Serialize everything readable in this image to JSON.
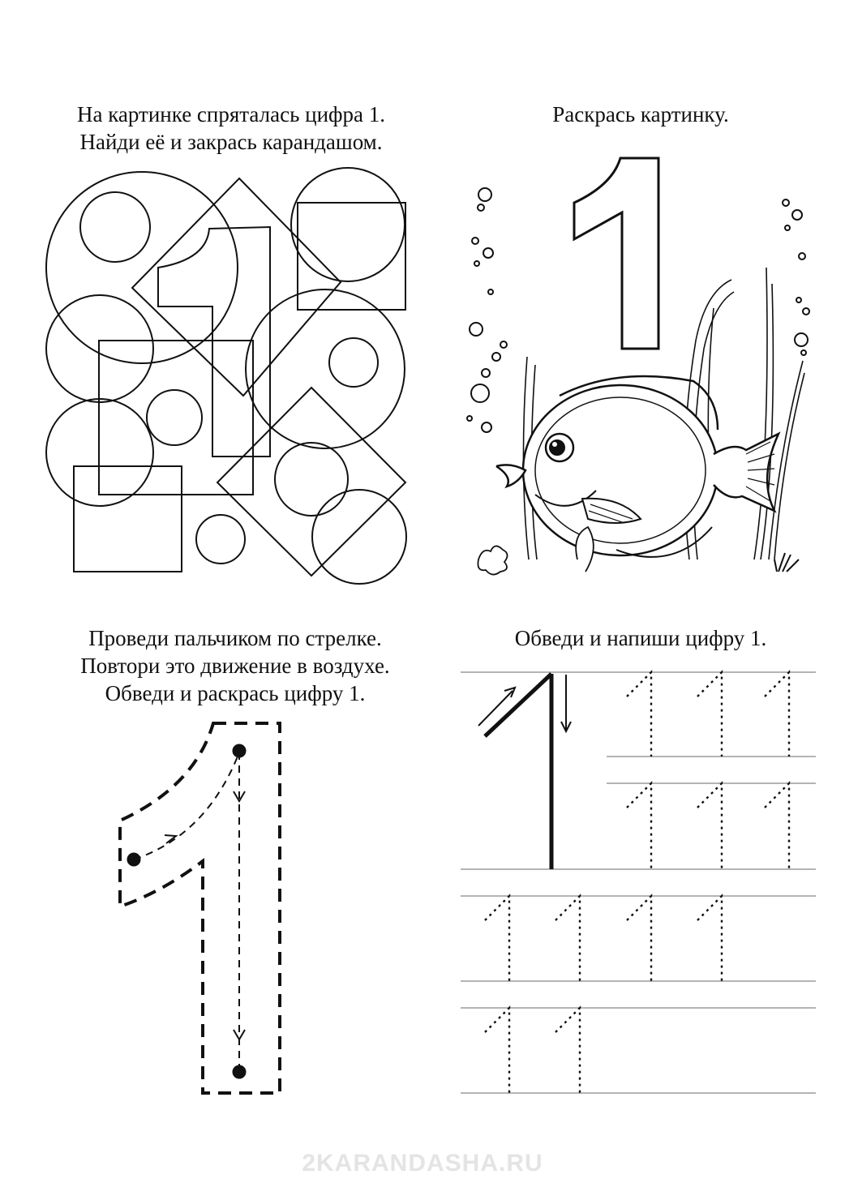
{
  "tasks": {
    "find_digit": {
      "line1": "На картинке спряталась цифра 1.",
      "line2": "Найди её и закрась карандашом."
    },
    "color_picture": {
      "line1": "Раскрась картинку."
    },
    "trace_arrow": {
      "line1": "Проведи пальчиком по стрелке.",
      "line2": "Повтори это движение в воздухе.",
      "line3": "Обведи и раскрась цифру 1."
    },
    "trace_write": {
      "line1": "Обведи и напиши цифру 1."
    }
  },
  "coloring_digit": "1",
  "watermark": "2KARANDASHA.RU"
}
